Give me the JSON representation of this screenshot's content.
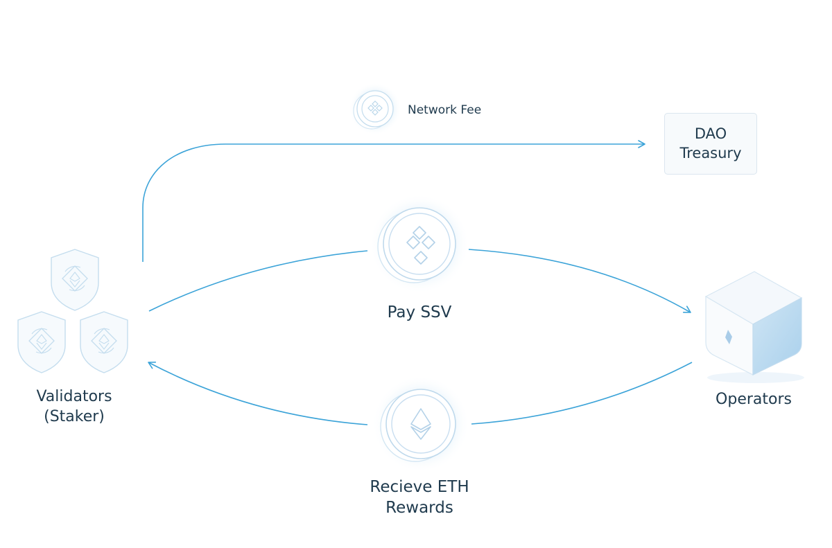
{
  "nodes": {
    "validators": {
      "line1": "Validators",
      "line2": "(Staker)"
    },
    "operators": {
      "label": "Operators"
    },
    "dao_treasury": {
      "line1": "DAO",
      "line2": "Treasury"
    }
  },
  "flows": {
    "pay_ssv": {
      "label": "Pay SSV"
    },
    "receive_eth": {
      "line1": "Recieve ETH",
      "line2": "Rewards"
    },
    "network_fee": {
      "label": "Network Fee"
    }
  },
  "icons": {
    "ssv_coin": "ssv-coin-icon",
    "eth_coin": "eth-coin-icon",
    "validator_shield": "validator-shield-icon",
    "operator_cube": "operator-cube-icon"
  },
  "colors": {
    "arrow": "#3ba3d8",
    "icon_line": "#b9d6ea",
    "text": "#1f3a4d"
  }
}
